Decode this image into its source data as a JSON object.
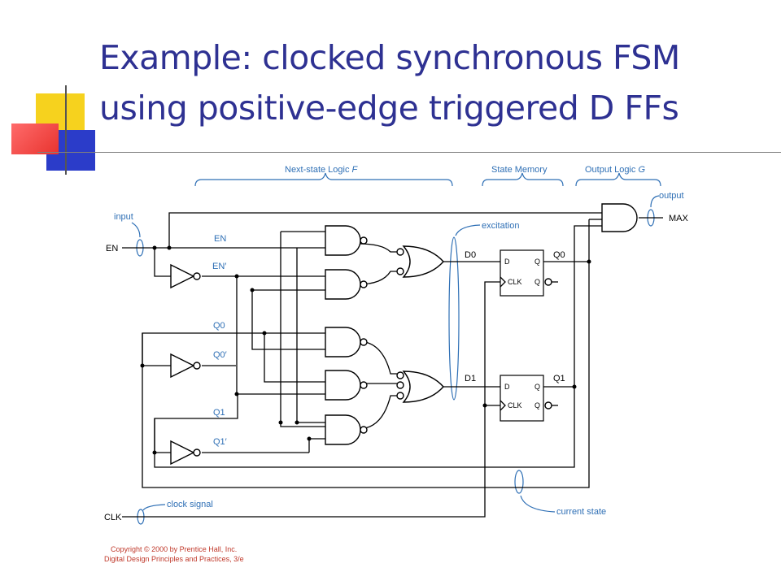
{
  "slide": {
    "title_line1": "Example: clocked synchronous FSM",
    "title_line2": "using positive-edge triggered D FFs",
    "accent_colors": {
      "title": "#2e3192",
      "yellow": "#f6d21e",
      "red": "#e8332e",
      "blue": "#2b3cc9",
      "annotation": "#2e6fb5",
      "copyright": "#c0392b"
    }
  },
  "diagram": {
    "sections": {
      "next_state": "Next-state Logic",
      "next_state_symbol": "F",
      "state_memory": "State Memory",
      "output_logic": "Output Logic",
      "output_symbol": "G"
    },
    "annotations": {
      "input": "input",
      "output": "output",
      "excitation": "excitation",
      "clock_signal": "clock signal",
      "current_state": "current state"
    },
    "signals": {
      "en": "EN",
      "clk": "CLK",
      "max": "MAX",
      "en_label": "EN",
      "en_not": "EN′",
      "q0": "Q0",
      "q0_not": "Q0′",
      "q1": "Q1",
      "q1_not": "Q1′",
      "d0": "D0",
      "d1": "D1",
      "q0_out": "Q0",
      "q1_out": "Q1"
    },
    "flipflops": [
      {
        "d": "D",
        "q": "Q",
        "clk": "CLK",
        "qn": "Q"
      },
      {
        "d": "D",
        "q": "Q",
        "clk": "CLK",
        "qn": "Q"
      }
    ],
    "copyright": {
      "line1": "Copyright © 2000 by Prentice Hall, Inc.",
      "line2": "Digital Design Principles and Practices, 3/e"
    }
  }
}
